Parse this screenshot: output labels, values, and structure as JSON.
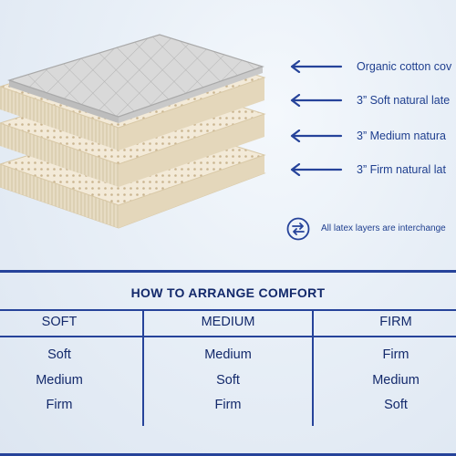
{
  "layers": [
    {
      "label": "Organic cotton cov",
      "icon": "left-arrow-icon"
    },
    {
      "label": "3” Soft natural late",
      "icon": "left-arrow-icon"
    },
    {
      "label": "3” Medium natura",
      "icon": "left-arrow-icon"
    },
    {
      "label": "3” Firm natural lat",
      "icon": "left-arrow-icon"
    }
  ],
  "note": {
    "text": "All latex layers are interchange",
    "icon": "swap-arrows-icon"
  },
  "colors": {
    "accent": "#26439a",
    "text": "#13296b",
    "latex": "#f2e9d6",
    "cover": "#cfcfcf"
  },
  "table": {
    "title": "HOW TO ARRANGE COMFORT",
    "headers": [
      "SOFT",
      "MEDIUM",
      "FIRM"
    ],
    "rows": [
      [
        "Soft",
        "Medium",
        "Firm"
      ],
      [
        "Medium",
        "Soft",
        "Medium"
      ],
      [
        "Firm",
        "Firm",
        "Soft"
      ]
    ]
  }
}
